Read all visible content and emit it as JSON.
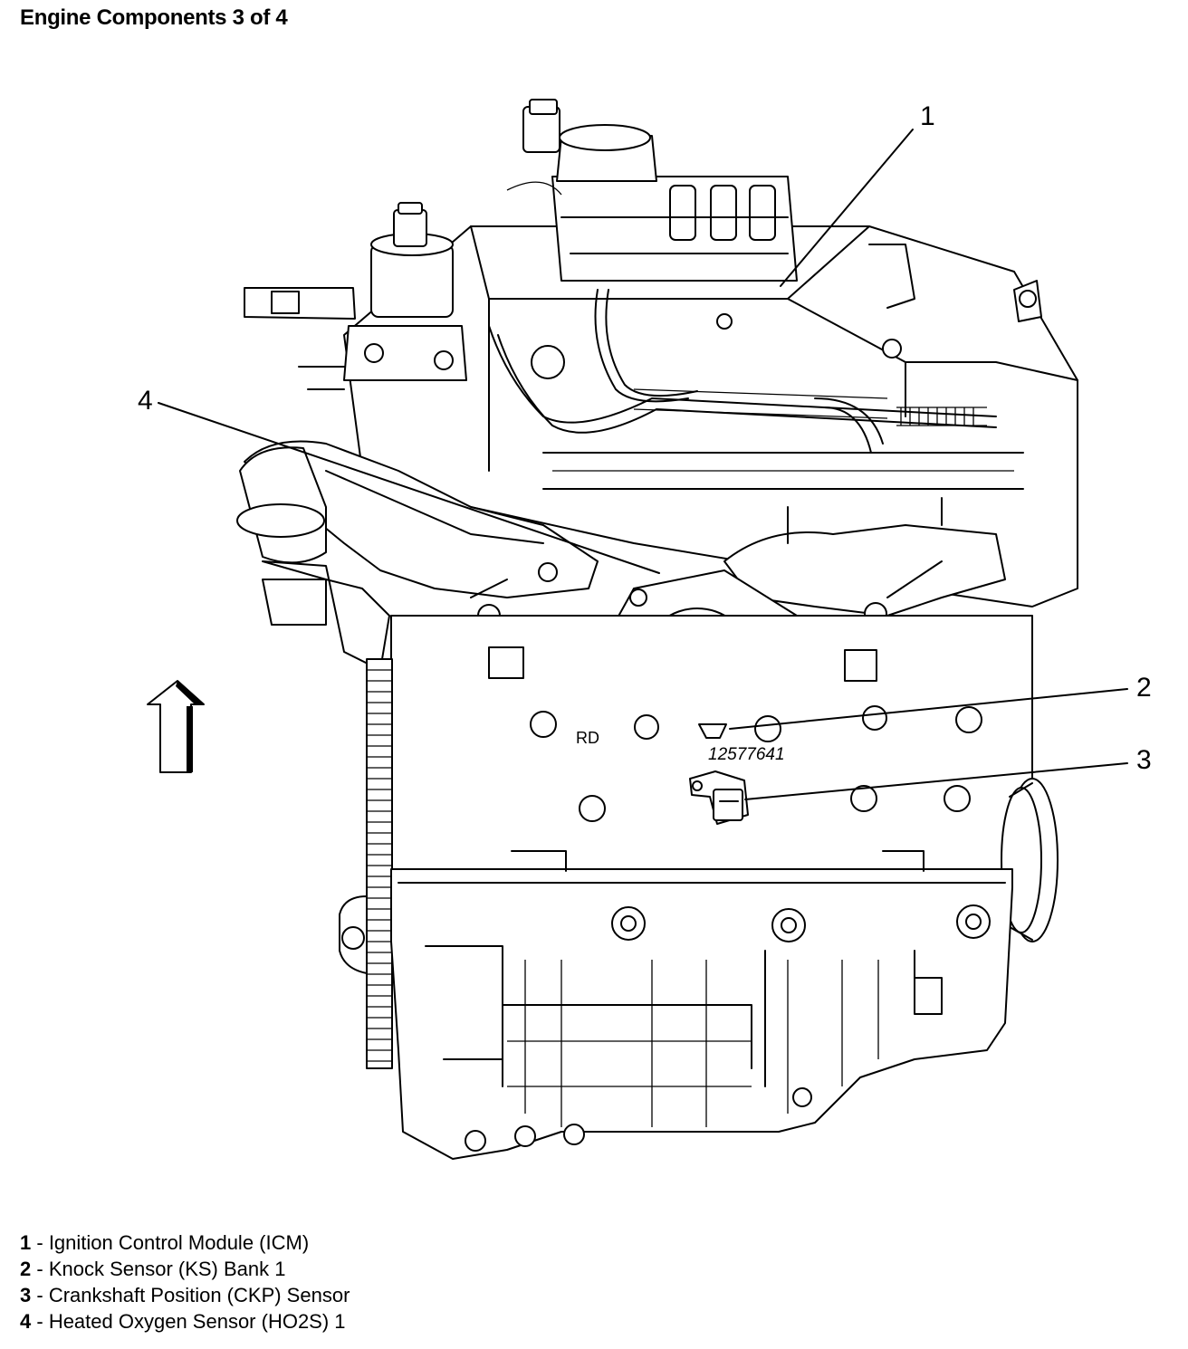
{
  "title": "Engine Components 3 of 4",
  "callouts": [
    "1",
    "2",
    "3",
    "4"
  ],
  "part_number": "12577641",
  "block_stamp": "RD",
  "legend": [
    {
      "num": "1",
      "sep": " - ",
      "text": "Ignition Control Module (ICM)"
    },
    {
      "num": "2",
      "sep": " - ",
      "text": "Knock Sensor (KS) Bank 1"
    },
    {
      "num": "3",
      "sep": " - ",
      "text": "Crankshaft Position (CKP) Sensor"
    },
    {
      "num": "4",
      "sep": " - ",
      "text": "Heated Oxygen Sensor (HO2S) 1"
    }
  ]
}
